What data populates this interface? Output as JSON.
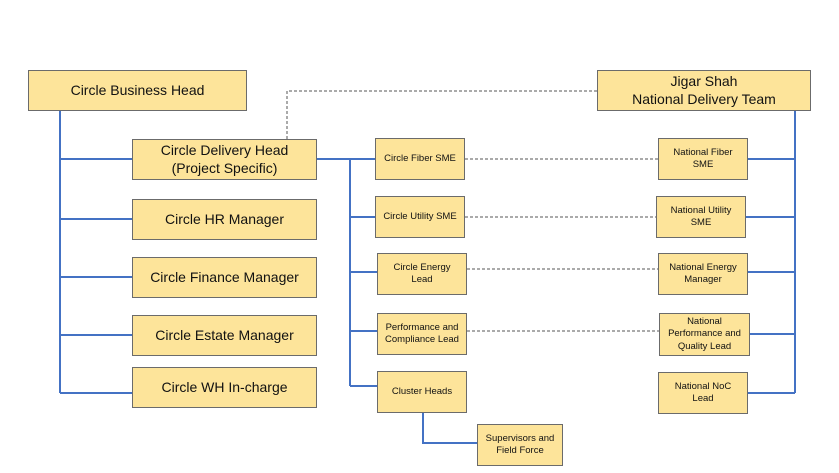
{
  "colors": {
    "box_fill": "#fde49a",
    "box_border": "#6b6b6b",
    "solid_line": "#4472c4",
    "dashed_line": "#555555"
  },
  "nodes": {
    "circle_business_head": "Circle Business Head",
    "national_delivery_team": "Jigar Shah\nNational Delivery Team",
    "circle_delivery_head": "Circle Delivery Head\n(Project Specific)",
    "circle_hr_manager": "Circle HR Manager",
    "circle_finance_manager": "Circle Finance Manager",
    "circle_estate_manager": "Circle Estate Manager",
    "circle_wh_incharge": "Circle WH In-charge",
    "circle_fiber_sme": "Circle Fiber SME",
    "circle_utility_sme": "Circle Utility SME",
    "circle_energy_lead": "Circle Energy\nLead",
    "performance_compliance_lead": "Performance and\nCompliance Lead",
    "cluster_heads": "Cluster Heads",
    "supervisors_field_force": "Supervisors and\nField Force",
    "national_fiber_sme": "National Fiber\nSME",
    "national_utility_sme": "National Utility\nSME",
    "national_energy_manager": "National Energy\nManager",
    "national_performance_quality_lead": "National\nPerformance and\nQuality Lead",
    "national_noc_lead": "National NoC\nLead"
  }
}
